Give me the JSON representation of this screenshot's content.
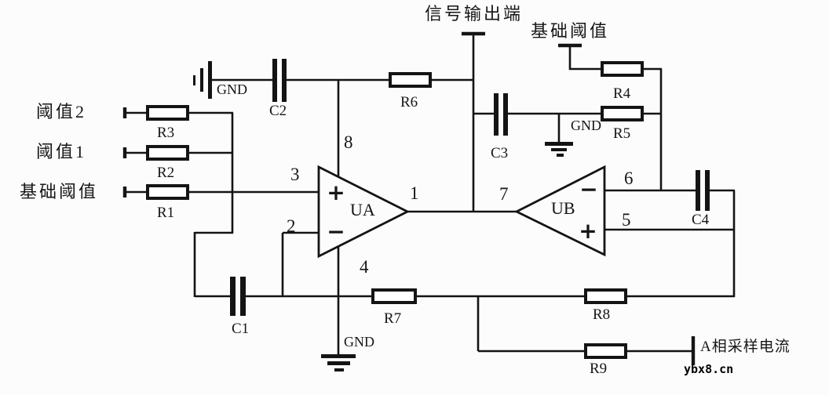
{
  "diagram_type": "analog comparator op-amp schematic",
  "colors": {
    "line": "#141414",
    "background": "#fcfcfc",
    "watermark_text": "#000000"
  },
  "terminals": {
    "threshold2": "阈值2",
    "threshold1": "阈值1",
    "base_threshold_left": "基础阈值",
    "signal_output": "信号输出端",
    "base_threshold_top": "基础阈值",
    "phase_a_sample_current": "A相采样电流"
  },
  "ground_labels": {
    "top": "GND",
    "mid": "GND",
    "bottom": "GND"
  },
  "resistors": {
    "r1": "R1",
    "r2": "R2",
    "r3": "R3",
    "r4": "R4",
    "r5": "R5",
    "r6": "R6",
    "r7": "R7",
    "r8": "R8",
    "r9": "R9"
  },
  "capacitors": {
    "c1": "C1",
    "c2": "C2",
    "c3": "C3",
    "c4": "C4"
  },
  "opamps": {
    "ua": {
      "name": "UA",
      "pin_out": "1",
      "pin_noninv": "3",
      "pin_inv": "2",
      "pin_top": "8",
      "pin_bottom": "4"
    },
    "ub": {
      "name": "UB",
      "pin_out": "7",
      "pin_inv": "6",
      "pin_noninv": "5"
    }
  },
  "signs": {
    "plus": "+",
    "minus": "−"
  },
  "watermark": "ybx8.cn"
}
